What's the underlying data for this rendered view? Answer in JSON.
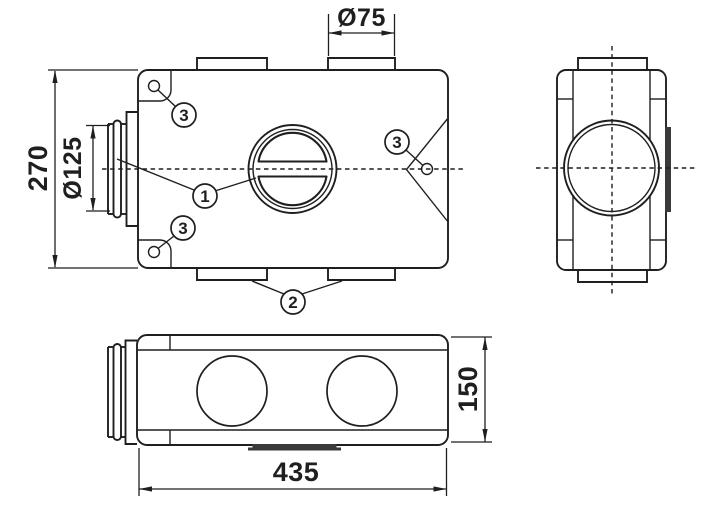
{
  "diagram": {
    "dimensions": {
      "body_height": "270",
      "spigot_diameter": "Ø125",
      "port_diameter": "Ø75",
      "body_length": "435",
      "body_depth": "150"
    },
    "callouts": {
      "damper": "1",
      "bottom_ports": "2",
      "screw": "3"
    },
    "colors": {
      "line": "#1f1f1f",
      "dark_fill": "#3a3a3a",
      "background": "#ffffff"
    }
  }
}
